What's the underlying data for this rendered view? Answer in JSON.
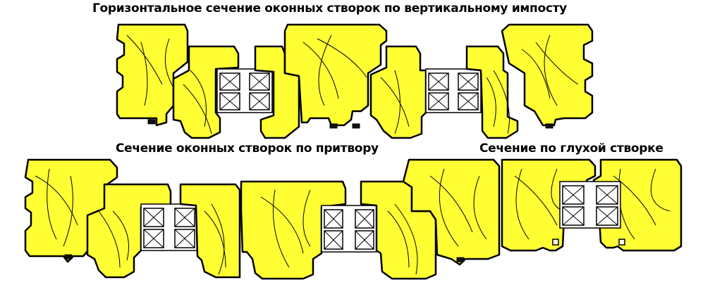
{
  "titles": {
    "main": "Горизонтальное сечение оконных створок по вертикальному импосту",
    "pritvor": "Сечение оконных створок по притвору",
    "gluh": "Сечение по глухой створке"
  },
  "colors": {
    "wood": "#ffff33",
    "outline": "#000000",
    "glass": "#ffffff",
    "background": "#ffffff"
  }
}
